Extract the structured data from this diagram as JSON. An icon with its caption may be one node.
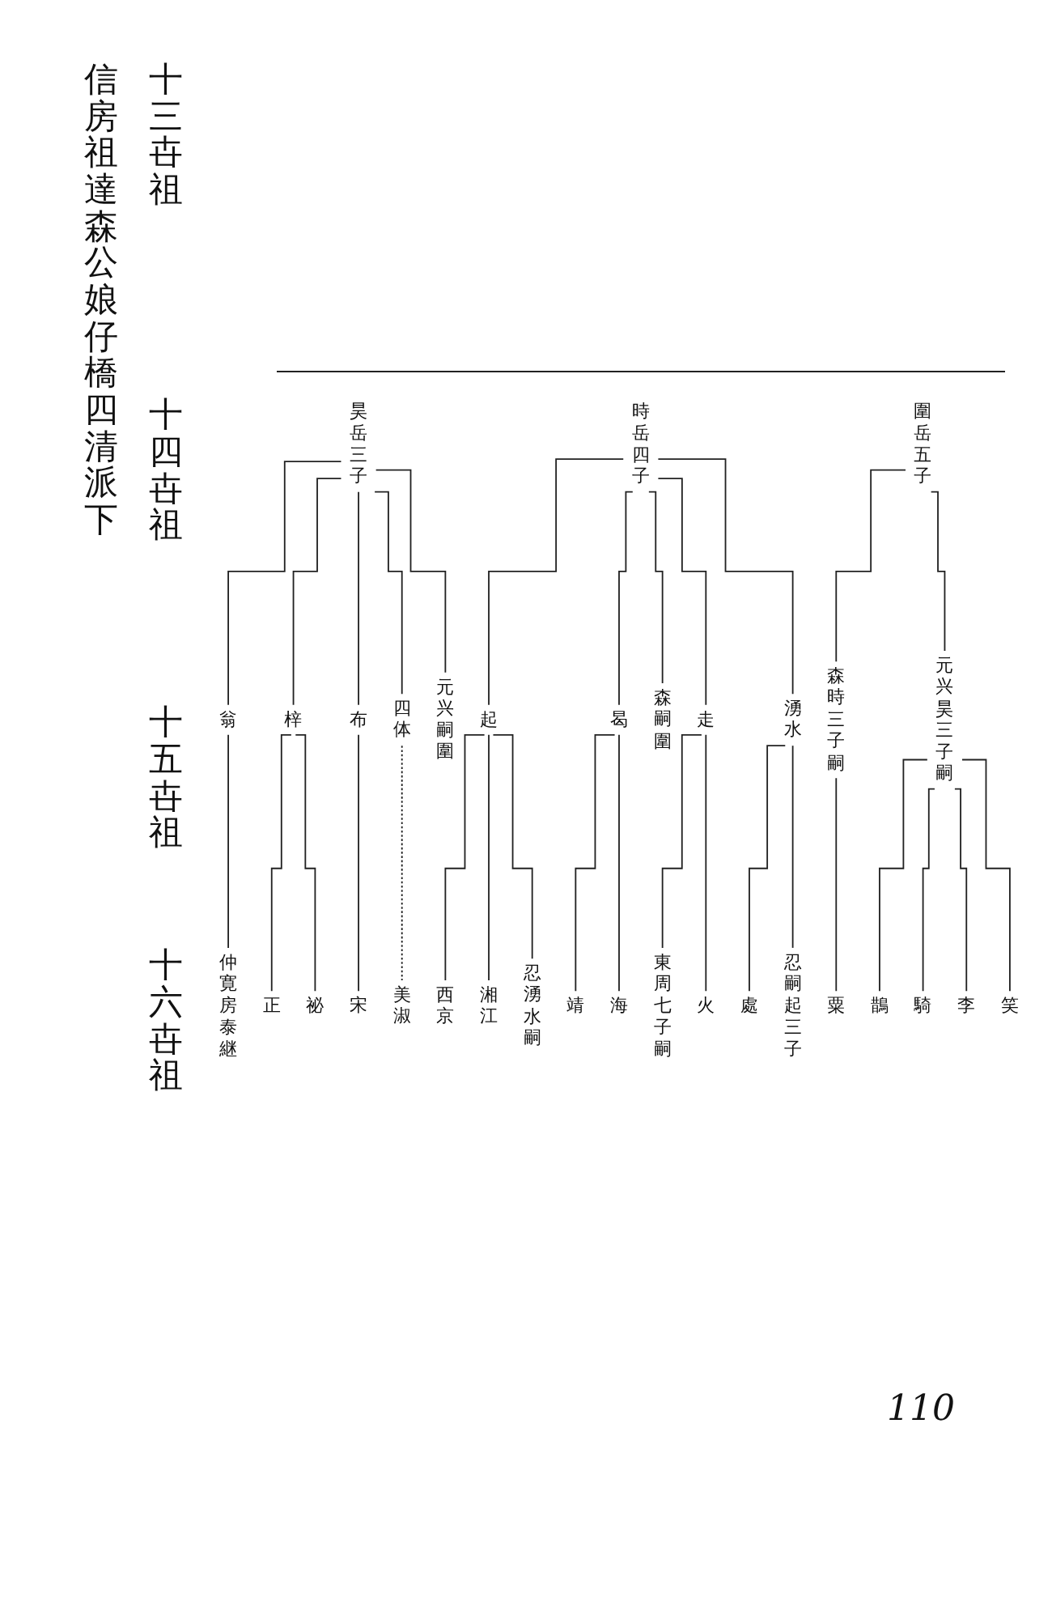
{
  "diagram": {
    "title": "信房祖達森公娘仔橋四清派下",
    "nodes": [
      {
        "text": [
          "昊",
          "岳三子"
        ]
      },
      {
        "text": [
          "時",
          "岳四子"
        ]
      },
      {
        "text": [
          "圍",
          "岳五子"
        ]
      },
      {
        "text": [
          "翁"
        ]
      },
      {
        "text": [
          "梓"
        ]
      },
      {
        "text": [
          "布"
        ]
      },
      {
        "text": [
          "四体"
        ]
      },
      {
        "text": [
          "元兴",
          "嗣圍"
        ]
      },
      {
        "text": [
          "起"
        ]
      },
      {
        "text": [
          "曷"
        ]
      },
      {
        "text": [
          "森",
          "嗣圍"
        ]
      },
      {
        "text": [
          "走"
        ]
      },
      {
        "text": [
          "湧水"
        ]
      },
      {
        "text": [
          "森",
          "時三子嗣"
        ]
      },
      {
        "text": [
          "元兴",
          "昊三子嗣"
        ]
      },
      {
        "text": [
          "仲",
          "寛房泰継"
        ]
      },
      {
        "text": [
          "正"
        ]
      },
      {
        "text": [
          "祕"
        ]
      },
      {
        "text": [
          "宋"
        ]
      },
      {
        "text": [
          "美淑"
        ]
      },
      {
        "text": [
          "西京"
        ]
      },
      {
        "text": [
          "湘江"
        ]
      },
      {
        "text": [
          "忍",
          "湧水嗣"
        ]
      },
      {
        "text": [
          "靖"
        ]
      },
      {
        "text": [
          "海"
        ]
      },
      {
        "text": [
          "東",
          "周七子嗣"
        ]
      },
      {
        "text": [
          "火"
        ]
      },
      {
        "text": [
          "處"
        ]
      },
      {
        "text": [
          "忍",
          "嗣起三子"
        ]
      },
      {
        "text": [
          "粟"
        ]
      },
      {
        "text": [
          "鵲"
        ]
      },
      {
        "text": [
          "騎"
        ]
      },
      {
        "text": [
          "李"
        ]
      },
      {
        "text": [
          "笑"
        ]
      }
    ],
    "edges": [
      {
        "from": 0,
        "to": 3,
        "arrow": "none"
      },
      {
        "from": 0,
        "to": 4,
        "arrow": "none"
      },
      {
        "from": 0,
        "to": 5,
        "arrow": "none"
      },
      {
        "from": 0,
        "to": 6,
        "arrow": "none"
      },
      {
        "from": 0,
        "to": 7,
        "arrow": "none"
      },
      {
        "from": 1,
        "to": 8,
        "arrow": "none"
      },
      {
        "from": 1,
        "to": 9,
        "arrow": "none"
      },
      {
        "from": 1,
        "to": 10,
        "arrow": "none"
      },
      {
        "from": 1,
        "to": 11,
        "arrow": "none"
      },
      {
        "from": 1,
        "to": 12,
        "arrow": "none"
      },
      {
        "from": 2,
        "to": 13,
        "arrow": "none"
      },
      {
        "from": 2,
        "to": 14,
        "arrow": "none"
      },
      {
        "from": 3,
        "to": 15,
        "arrow": "none"
      },
      {
        "from": 4,
        "to": 16,
        "arrow": "none"
      },
      {
        "from": 4,
        "to": 17,
        "arrow": "none"
      },
      {
        "from": 5,
        "to": 18,
        "arrow": "none"
      },
      {
        "from": 6,
        "to": 19,
        "arrow": "none",
        "style": "dashed"
      },
      {
        "from": 8,
        "to": 20,
        "arrow": "none"
      },
      {
        "from": 8,
        "to": 21,
        "arrow": "none"
      },
      {
        "from": 8,
        "to": 22,
        "arrow": "none"
      },
      {
        "from": 9,
        "to": 23,
        "arrow": "none"
      },
      {
        "from": 9,
        "to": 24,
        "arrow": "none"
      },
      {
        "from": 11,
        "to": 25,
        "arrow": "none"
      },
      {
        "from": 11,
        "to": 26,
        "arrow": "none"
      },
      {
        "from": 12,
        "to": 27,
        "arrow": "none"
      },
      {
        "from": 12,
        "to": 28,
        "arrow": "none"
      },
      {
        "from": 13,
        "to": 29,
        "arrow": "none"
      },
      {
        "from": 14,
        "to": 30,
        "arrow": "none"
      },
      {
        "from": 14,
        "to": 31,
        "arrow": "none"
      },
      {
        "from": 14,
        "to": 32,
        "arrow": "none"
      },
      {
        "from": 14,
        "to": 33,
        "arrow": "none"
      }
    ],
    "labels": [
      "十三卋祖",
      "十四卋祖",
      "十五卋祖",
      "十六卋祖",
      "110"
    ]
  }
}
